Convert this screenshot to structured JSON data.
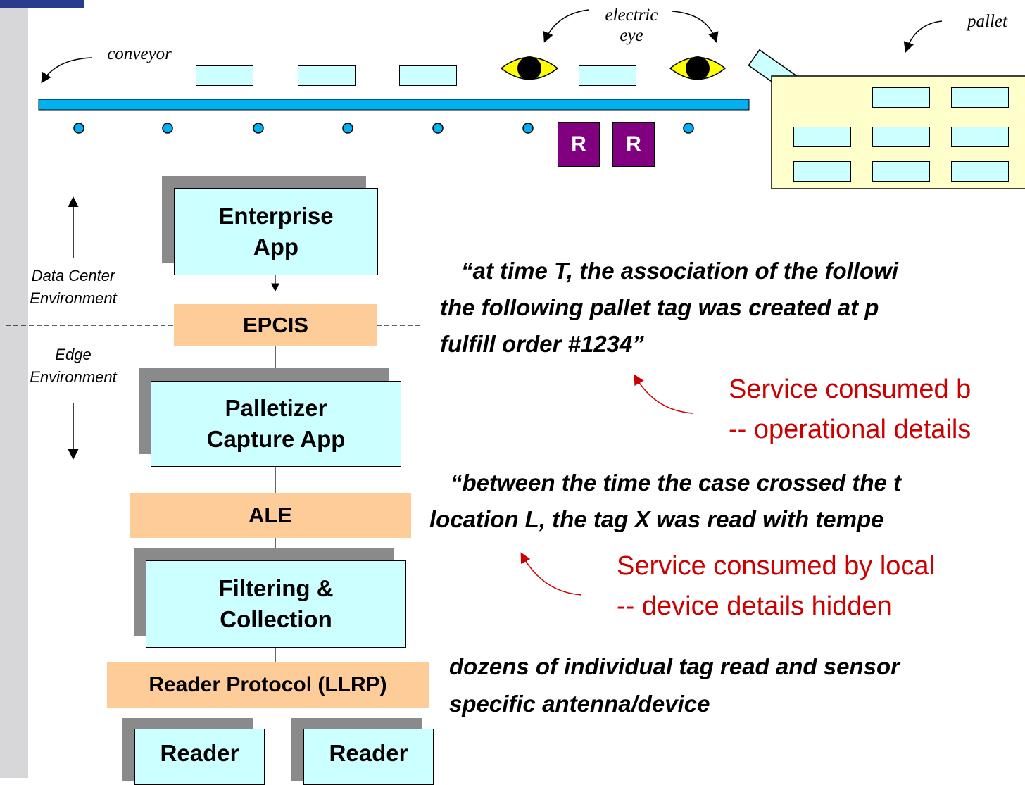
{
  "labels": {
    "conveyor": "conveyor",
    "electric_eye": "electric eye",
    "pallet": "pallet"
  },
  "reader_markers": [
    "R",
    "R"
  ],
  "stack": {
    "enterprise_app": "Enterprise App",
    "epcis": "EPCIS",
    "palletizer_capture_app": "Palletizer Capture App",
    "ale": "ALE",
    "filtering_collection": "Filtering & Collection",
    "reader_protocol": "Reader Protocol (LLRP)",
    "readers": [
      "Reader",
      "Reader"
    ]
  },
  "environments": {
    "data_center": "Data Center Environment",
    "edge": "Edge Environment"
  },
  "quotes": {
    "epcis_quote_line1": "“at time T, the association of the followi",
    "epcis_quote_line2": "the following pallet tag was created at p",
    "epcis_quote_line3": "fulfill order #1234”",
    "ale_quote_line1": "“between the time the case crossed the t",
    "ale_quote_line2": "location L, the tag X was read with tempe",
    "reader_quote_line1": "dozens of individual tag read and sensor",
    "reader_quote_line2": "specific antenna/device"
  },
  "services": {
    "epcis_service_line1": "Service consumed b",
    "epcis_service_line2": "-- operational details",
    "ale_service_line1": "Service consumed by local",
    "ale_service_line2": "-- device details hidden"
  },
  "colors": {
    "conveyor": "#00b0f0",
    "app_box": "#ccffff",
    "interface_band": "#fdcc99",
    "reader_marker": "#800080",
    "pallet_fill": "#ffffcc",
    "eye": "#ffff00",
    "service_text": "#cc0000"
  }
}
